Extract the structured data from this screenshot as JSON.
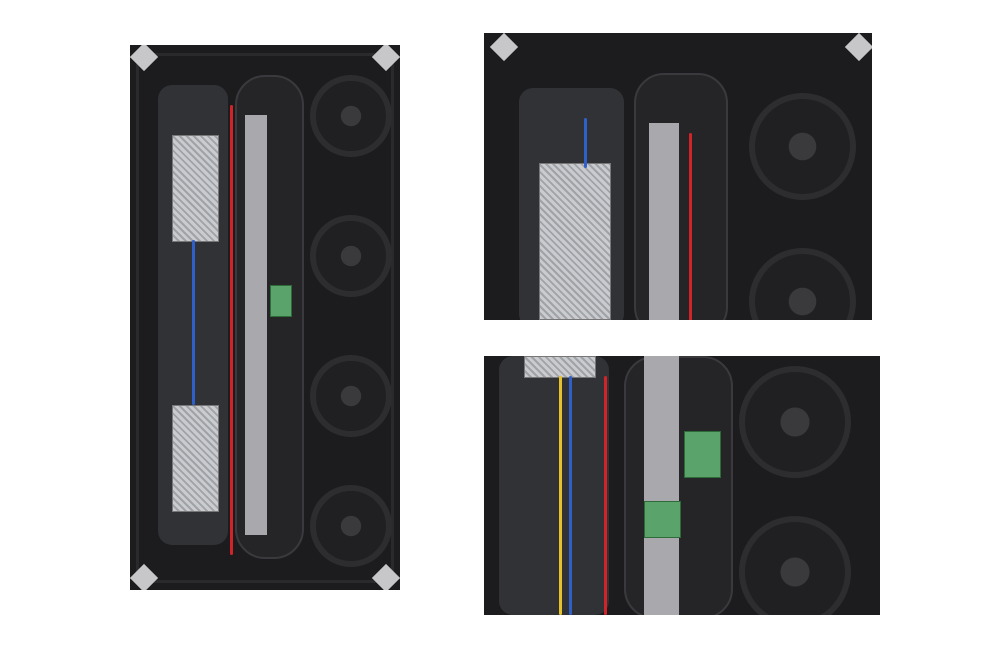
{
  "photos": [
    {
      "id": "full-cabinet-back"
    },
    {
      "id": "upper-detail"
    },
    {
      "id": "lower-detail"
    }
  ],
  "colors": {
    "background": "#ffffff",
    "cabinet": "#1c1c1e",
    "power_supply": "#c9cbcf",
    "ribbon_cable": "#a8a8ad",
    "wire_red": "#d0242a",
    "wire_blue": "#2f5fc8",
    "wire_yellow": "#e6c229",
    "board": "#5aa36b"
  }
}
